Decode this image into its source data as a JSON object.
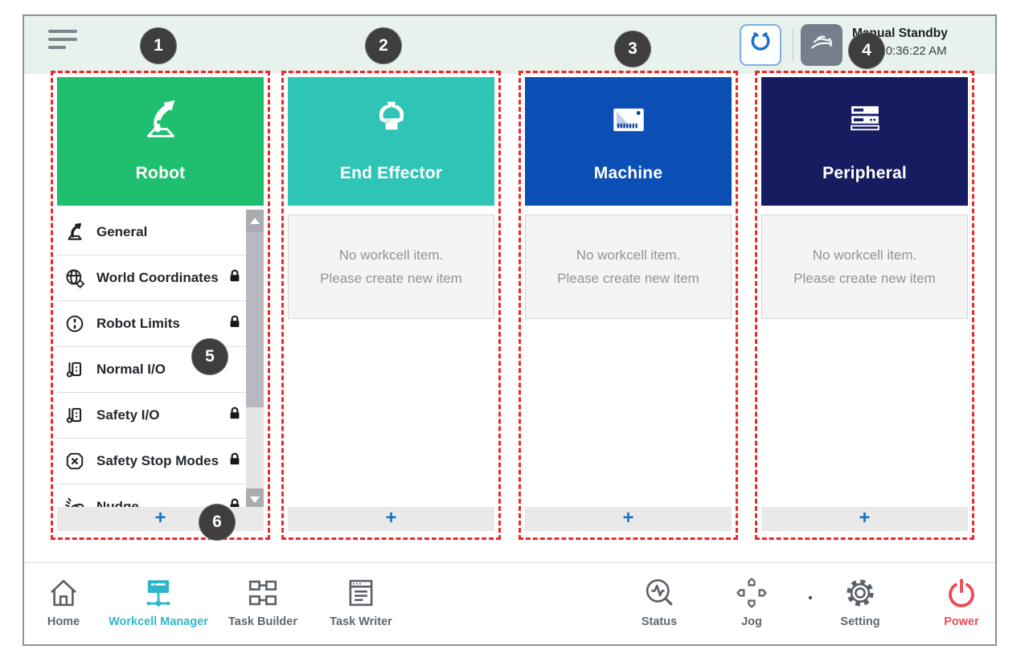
{
  "window": {
    "status_mode": "Manual Standby",
    "status_time": "2.22 10:36:22 AM"
  },
  "callouts": [
    "1",
    "2",
    "3",
    "4",
    "5",
    "6"
  ],
  "columns": [
    {
      "title": "Robot",
      "color": "#1ebf6e",
      "items": [
        {
          "label": "General",
          "locked": false
        },
        {
          "label": "World Coordinates",
          "locked": true
        },
        {
          "label": "Robot Limits",
          "locked": true
        },
        {
          "label": "Normal I/O",
          "locked": false
        },
        {
          "label": "Safety I/O",
          "locked": true
        },
        {
          "label": "Safety Stop Modes",
          "locked": true
        },
        {
          "label": "Nudge",
          "locked": true
        }
      ],
      "add_label": "+"
    },
    {
      "title": "End Effector",
      "color": "#2ec4b6",
      "empty_line1": "No workcell item.",
      "empty_line2": "Please create new item",
      "add_label": "+"
    },
    {
      "title": "Machine",
      "color": "#0b4fb4",
      "empty_line1": "No workcell item.",
      "empty_line2": "Please create new item",
      "add_label": "+"
    },
    {
      "title": "Peripheral",
      "color": "#171c61",
      "empty_line1": "No workcell item.",
      "empty_line2": "Please create new item",
      "add_label": "+"
    }
  ],
  "nav": [
    {
      "label": "Home"
    },
    {
      "label": "Workcell Manager"
    },
    {
      "label": "Task Builder"
    },
    {
      "label": "Task Writer"
    },
    {
      "label": "Status"
    },
    {
      "label": "Jog"
    },
    {
      "label": "Setting"
    },
    {
      "label": "Power"
    }
  ],
  "colors": {
    "accent_active_nav": "#2fb7c9",
    "power_red": "#ef4b52",
    "callout_badge": "#3e3e40",
    "annotation_dashed": "#ea2a2c",
    "add_plus_blue": "#1a73c8",
    "topband_mint": "#e7f2ec"
  }
}
